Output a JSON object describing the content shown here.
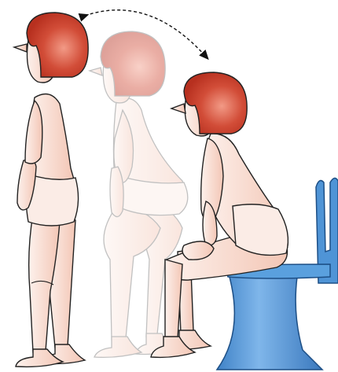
{
  "illustration": {
    "figures": [
      {
        "id": "standing",
        "pose": "standing",
        "opacity": 1
      },
      {
        "id": "crouching",
        "pose": "lowering",
        "opacity": 0.45
      },
      {
        "id": "seated",
        "pose": "seated",
        "opacity": 1
      }
    ],
    "arrow": {
      "style": "dashed",
      "heads": "both"
    },
    "toilet": {
      "color": "#4f94d6"
    },
    "colors": {
      "hair": "#c63b2a",
      "hair_highlight": "#f29a86",
      "skin": "#fbe9e2",
      "skin_shade": "#f3c2b0",
      "outline": "#222222",
      "toilet": "#4f94d6",
      "toilet_dark": "#2f6fb0"
    }
  }
}
